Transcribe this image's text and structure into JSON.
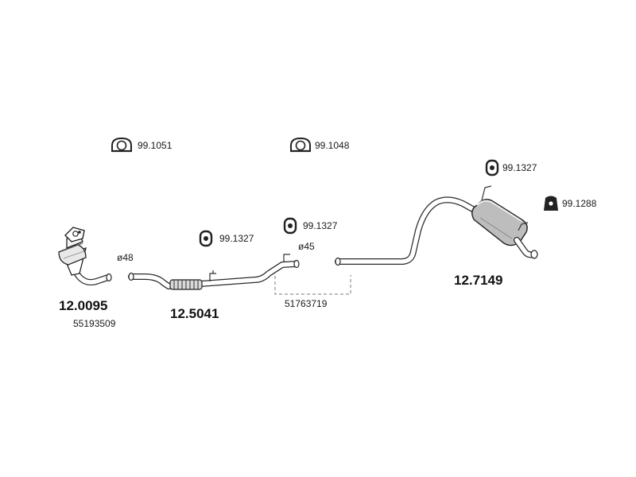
{
  "parts": {
    "cat_number": "12.0095",
    "cat_oe": "55193509",
    "cat_diameter": "ø48",
    "front_pipe_number": "12.5041",
    "front_pipe_diameter": "ø45",
    "connector_oe": "51763719",
    "rear_number": "12.7149"
  },
  "accessories": {
    "clamp_1": "99.1051",
    "clamp_2": "99.1048",
    "hanger_front": "99.1327",
    "hanger_mid": "99.1327",
    "hanger_rear": "99.1327",
    "rubber_mount": "99.1288"
  }
}
